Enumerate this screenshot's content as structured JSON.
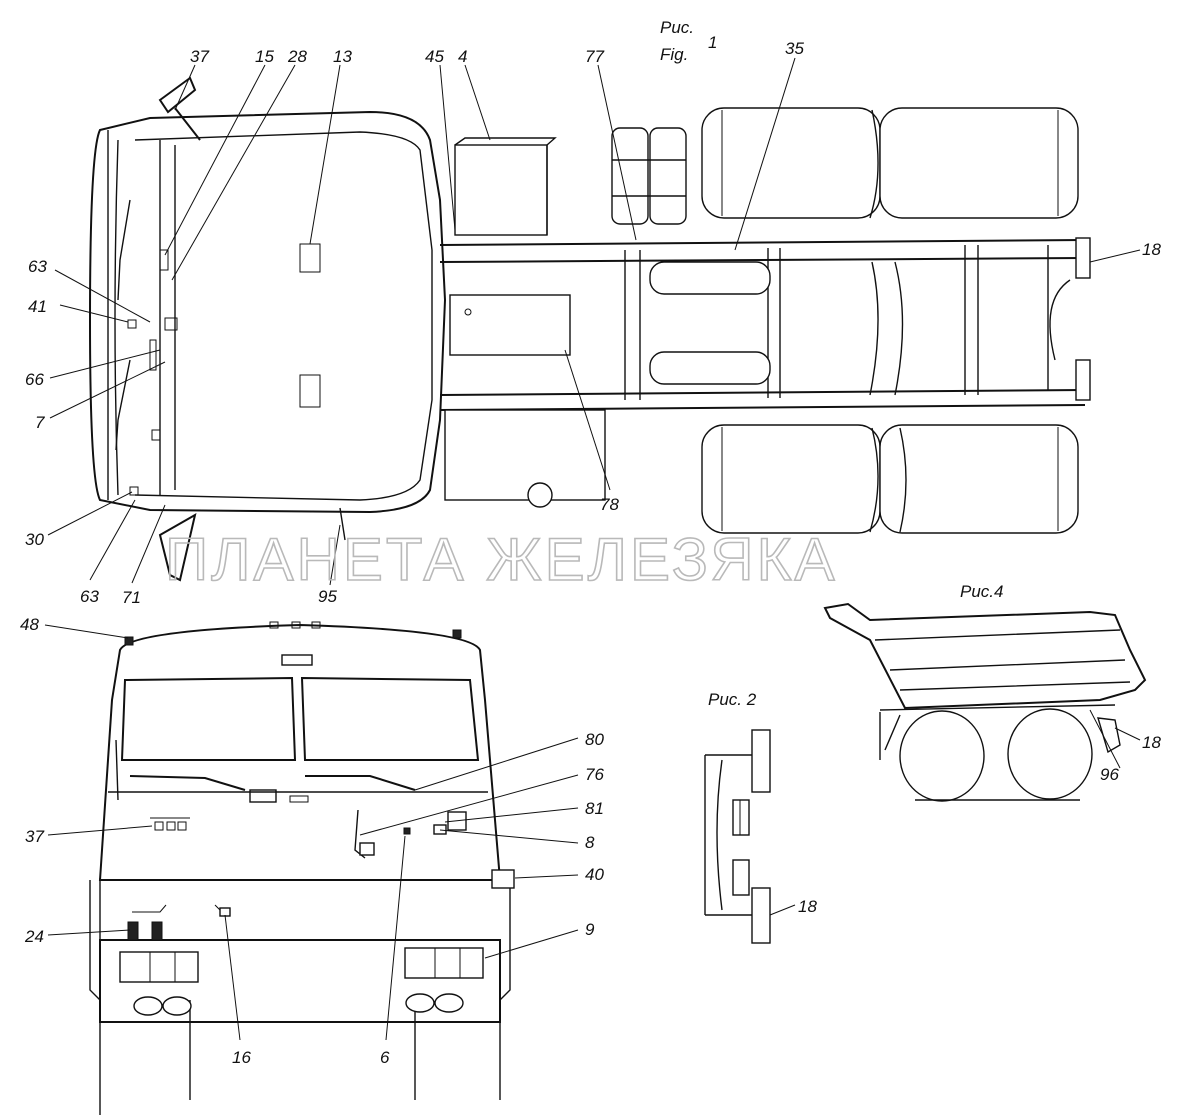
{
  "figure_captions": {
    "fig1_ru": "Рис.",
    "fig1_en": "Fig.",
    "fig1_num": "1",
    "fig2": "Рис. 2",
    "fig4": "Рис.4"
  },
  "watermark": "ПЛАНЕТА ЖЕЛЕЗЯКА",
  "callouts": {
    "top_view": [
      "37",
      "15",
      "28",
      "13",
      "45",
      "4",
      "77",
      "35",
      "18",
      "63",
      "41",
      "66",
      "7",
      "78",
      "30",
      "63",
      "71",
      "95"
    ],
    "front_view": [
      "48",
      "80",
      "76",
      "81",
      "8",
      "37",
      "40",
      "24",
      "9",
      "16",
      "6"
    ],
    "fig2": [
      "18"
    ],
    "fig4": [
      "18",
      "96"
    ]
  }
}
